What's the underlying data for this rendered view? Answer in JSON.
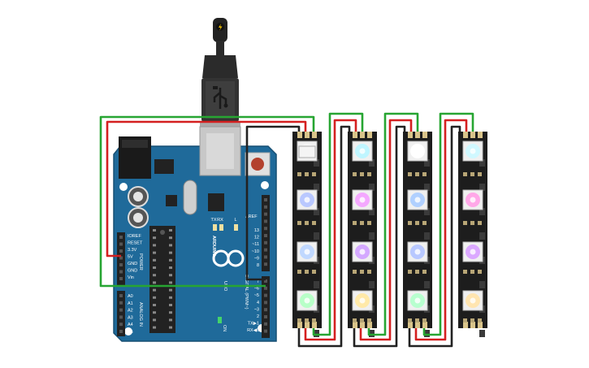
{
  "board": {
    "brand": "ARDUINO",
    "model": "UNO",
    "power_header_title": "POWER",
    "analog_header_title": "ANALOG IN",
    "digital_header_title": "DIGITAL (PWM~)",
    "on_label": "ON",
    "aref_label": "AREF",
    "power_pins": [
      "IOREF",
      "RESET",
      "3.3V",
      "5V",
      "GND",
      "GND",
      "Vin"
    ],
    "analog_pins": [
      "A0",
      "A1",
      "A2",
      "A3",
      "A4",
      "A5"
    ],
    "digital_pins_top": [
      "13",
      "12",
      "~11",
      "~10",
      "~9",
      "8"
    ],
    "digital_pins_bottom": [
      "7",
      "~6",
      "~5",
      "4",
      "~3",
      "2",
      "TX▶1",
      "RX◀0"
    ],
    "leds": [
      "L",
      "TX",
      "RX"
    ],
    "color": "#1f6a9a"
  },
  "cable": {
    "icon": "usb-cable-icon",
    "plug_icon": "lightning-icon"
  },
  "wires": {
    "power_color": "#d42020",
    "ground_color": "#222222",
    "data_color": "#27a532"
  },
  "strips": [
    {
      "id": "strip-1",
      "leds": [
        "#f6f6f6",
        "#b9c8ff",
        "#c0d8ff",
        "#b8ffc8"
      ]
    },
    {
      "id": "strip-2",
      "leds": [
        "#bff5ff",
        "#f4a8ff",
        "#d4a8ff",
        "#ffe9a8"
      ]
    },
    {
      "id": "strip-3",
      "leds": [
        "#ffffff",
        "#b0d0ff",
        "#b8c8ff",
        "#b8ffcf"
      ]
    },
    {
      "id": "strip-4",
      "leds": [
        "#d0f8ff",
        "#ffa8e8",
        "#dba8ff",
        "#ffe5b0"
      ]
    }
  ]
}
